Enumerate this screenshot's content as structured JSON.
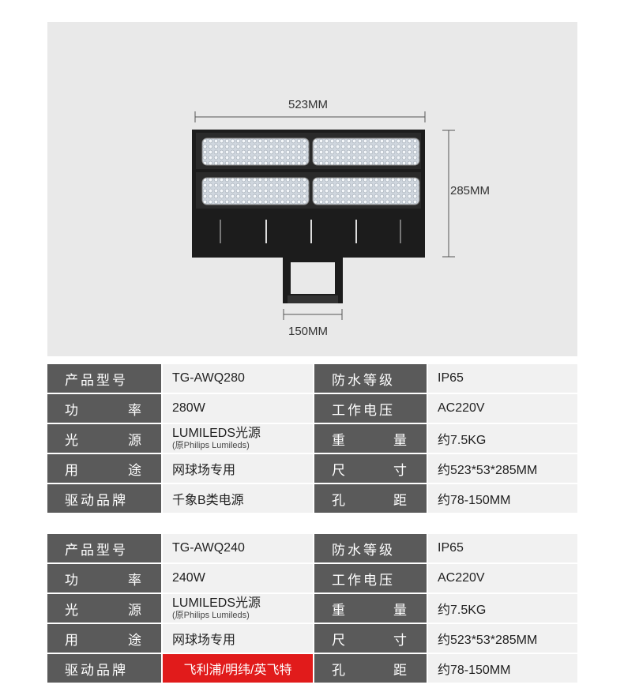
{
  "image": {
    "width_label": "523MM",
    "height_label": "285MM",
    "bracket_label": "150MM"
  },
  "tables": [
    {
      "rows": [
        {
          "l1": "产品型号",
          "v1": "TG-AWQ280",
          "l2": "防水等级",
          "v2": "IP65"
        },
        {
          "l1": "功率",
          "v1": "280W",
          "l2": "工作电压",
          "v2": "AC220V"
        },
        {
          "l1": "光源",
          "v1": "LUMILEDS光源",
          "v1_sub": "(原Philips Lumileds)",
          "l2": "重量",
          "v2": "约7.5KG"
        },
        {
          "l1": "用途",
          "v1": "网球场专用",
          "l2": "尺寸",
          "v2": "约523*53*285MM"
        },
        {
          "l1": "驱动品牌",
          "v1": "千象B类电源",
          "l2": "孔距",
          "v2": "约78-150MM"
        }
      ]
    },
    {
      "rows": [
        {
          "l1": "产品型号",
          "v1": "TG-AWQ240",
          "l2": "防水等级",
          "v2": "IP65"
        },
        {
          "l1": "功率",
          "v1": "240W",
          "l2": "工作电压",
          "v2": "AC220V"
        },
        {
          "l1": "光源",
          "v1": "LUMILEDS光源",
          "v1_sub": "(原Philips Lumileds)",
          "l2": "重量",
          "v2": "约7.5KG"
        },
        {
          "l1": "用途",
          "v1": "网球场专用",
          "l2": "尺寸",
          "v2": "约523*53*285MM"
        },
        {
          "l1": "驱动品牌",
          "v1": "飞利浦/明纬/英飞特",
          "l2": "孔距",
          "v2": "约78-150MM"
        }
      ]
    }
  ],
  "colors": {
    "label_bg": "#5a5a5a",
    "value_bg": "#f1f1f1",
    "highlight": "#e11b1b",
    "photo_bg": "#e9e9e9"
  }
}
